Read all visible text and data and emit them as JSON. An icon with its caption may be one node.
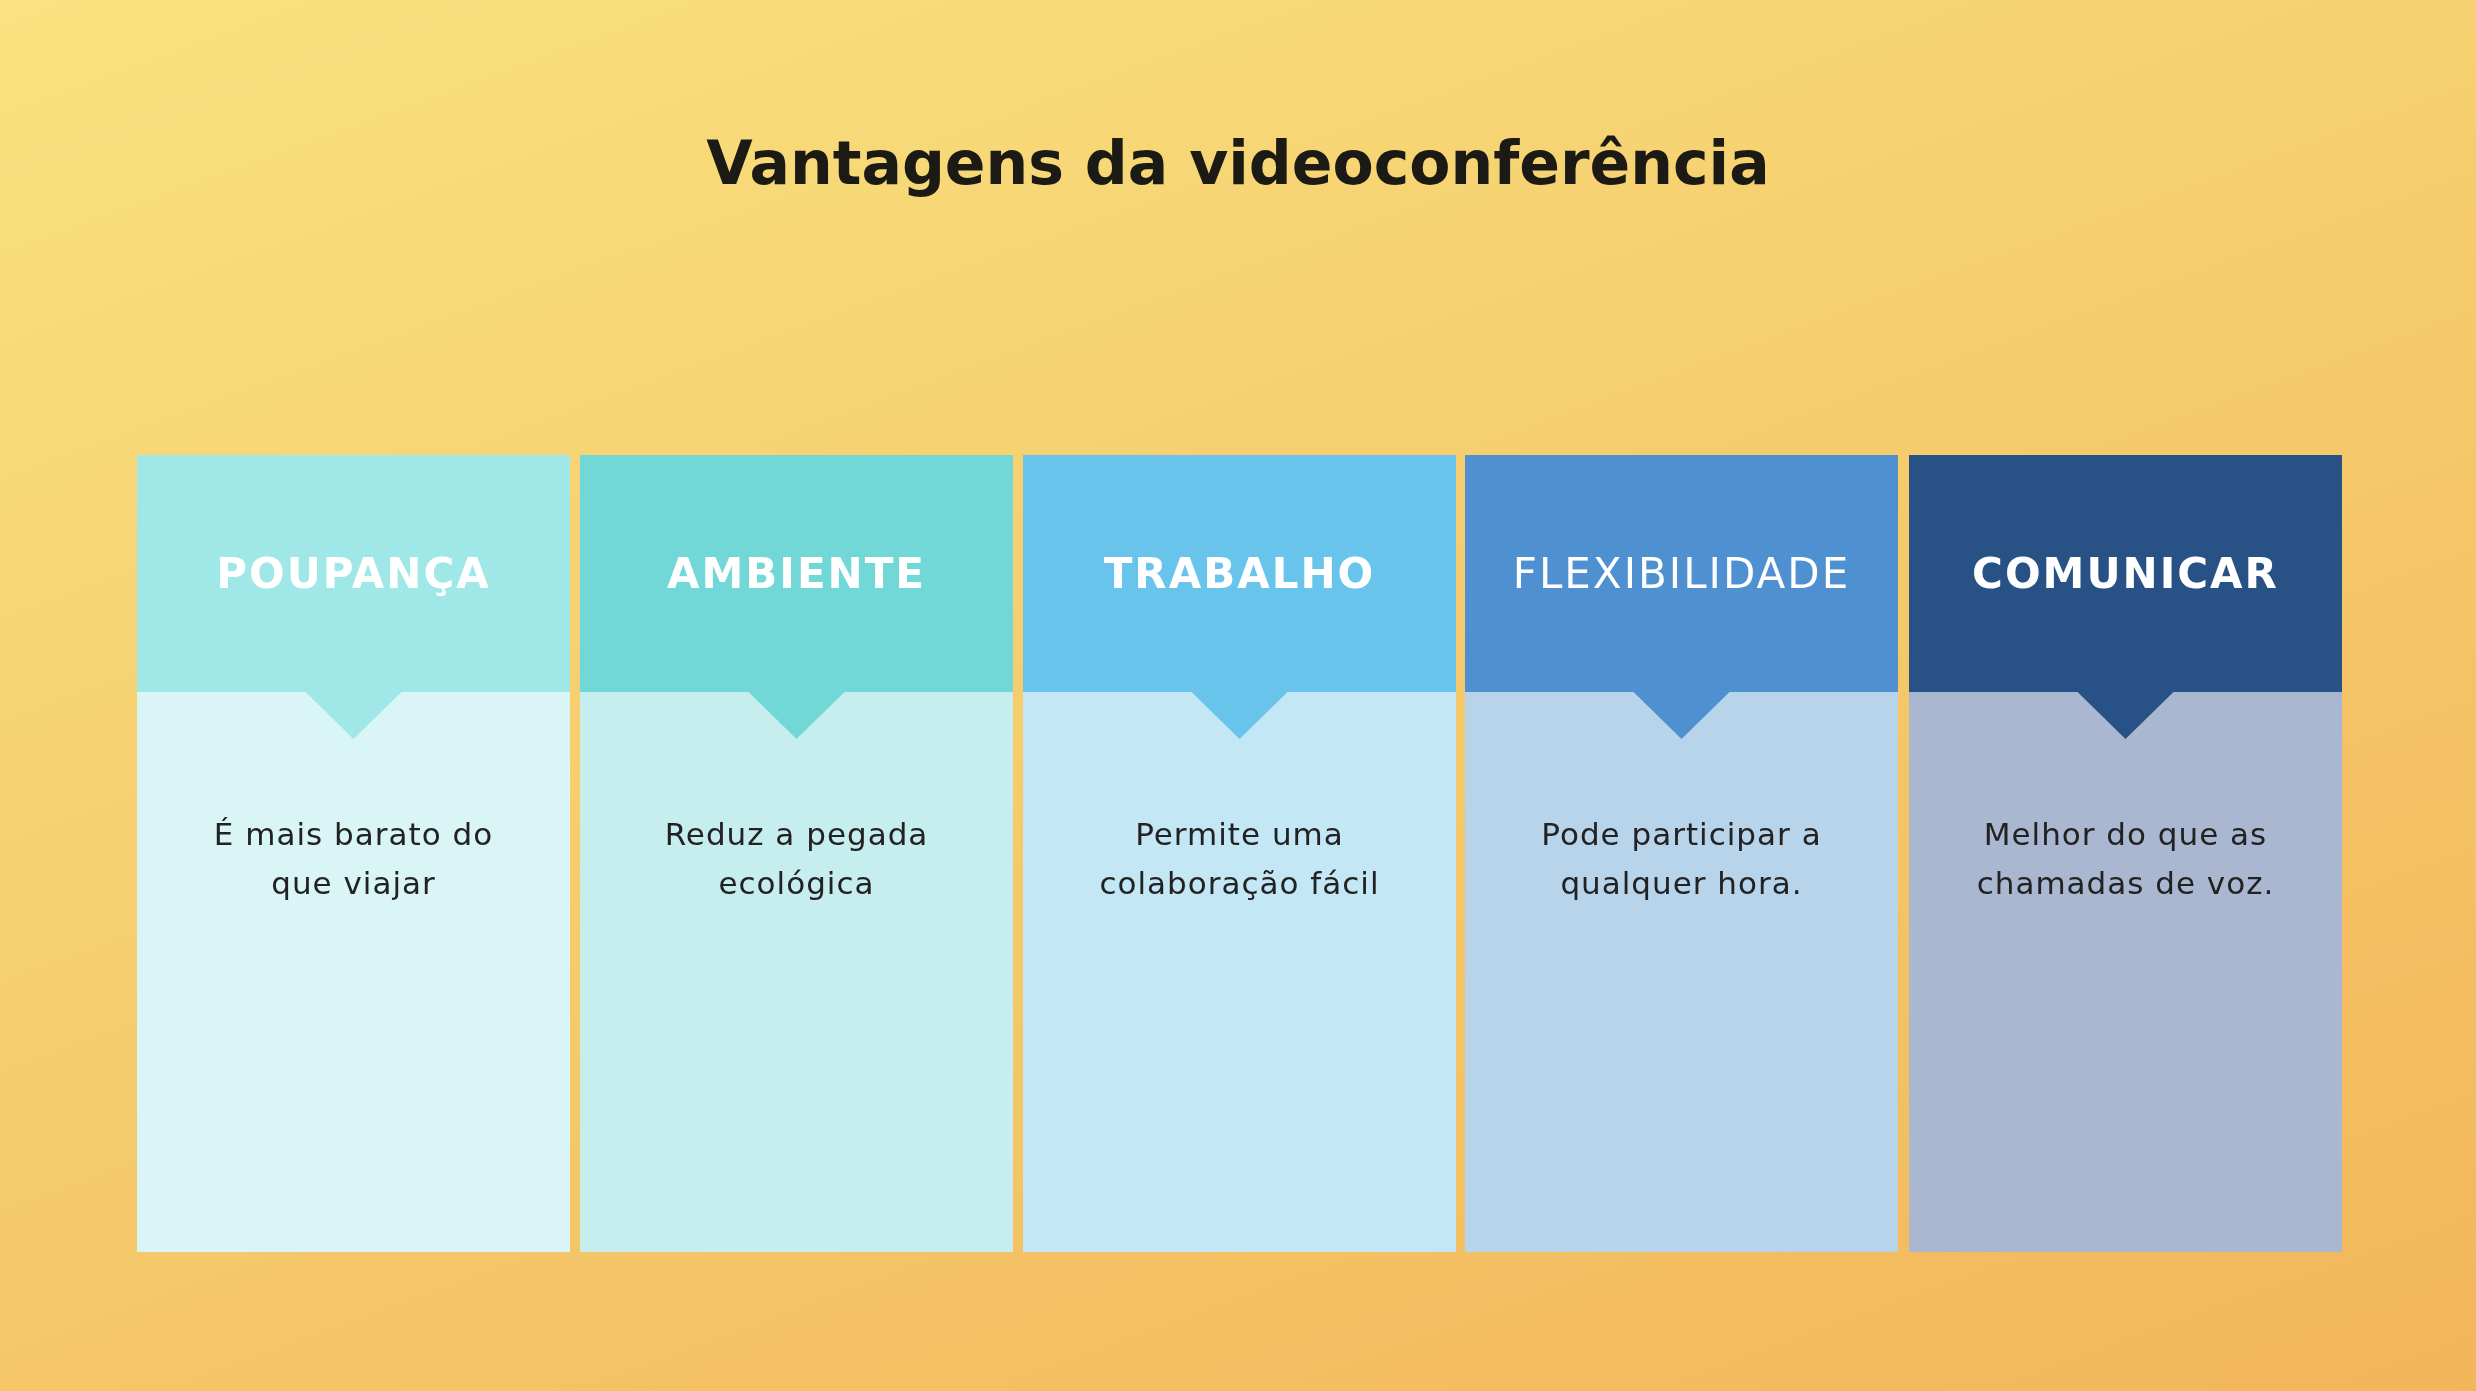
{
  "diagram": {
    "title": "Vantagens da videoconferência",
    "nodes": [
      {
        "text": [
          "POUPANÇA"
        ]
      },
      {
        "text": [
          "É mais barato do que viajar"
        ]
      },
      {
        "text": [
          "AMBIENTE"
        ]
      },
      {
        "text": [
          "Reduz a pegada ecológica"
        ]
      },
      {
        "text": [
          "TRABALHO"
        ]
      },
      {
        "text": [
          "Permite uma colaboração fácil"
        ]
      },
      {
        "text": [
          "FLEXIBILIDADE"
        ]
      },
      {
        "text": [
          "Pode participar a qualquer hora."
        ]
      },
      {
        "text": [
          "COMUNICAR"
        ]
      },
      {
        "text": [
          "Melhor do que as chamadas de voz."
        ]
      }
    ],
    "edges": []
  }
}
